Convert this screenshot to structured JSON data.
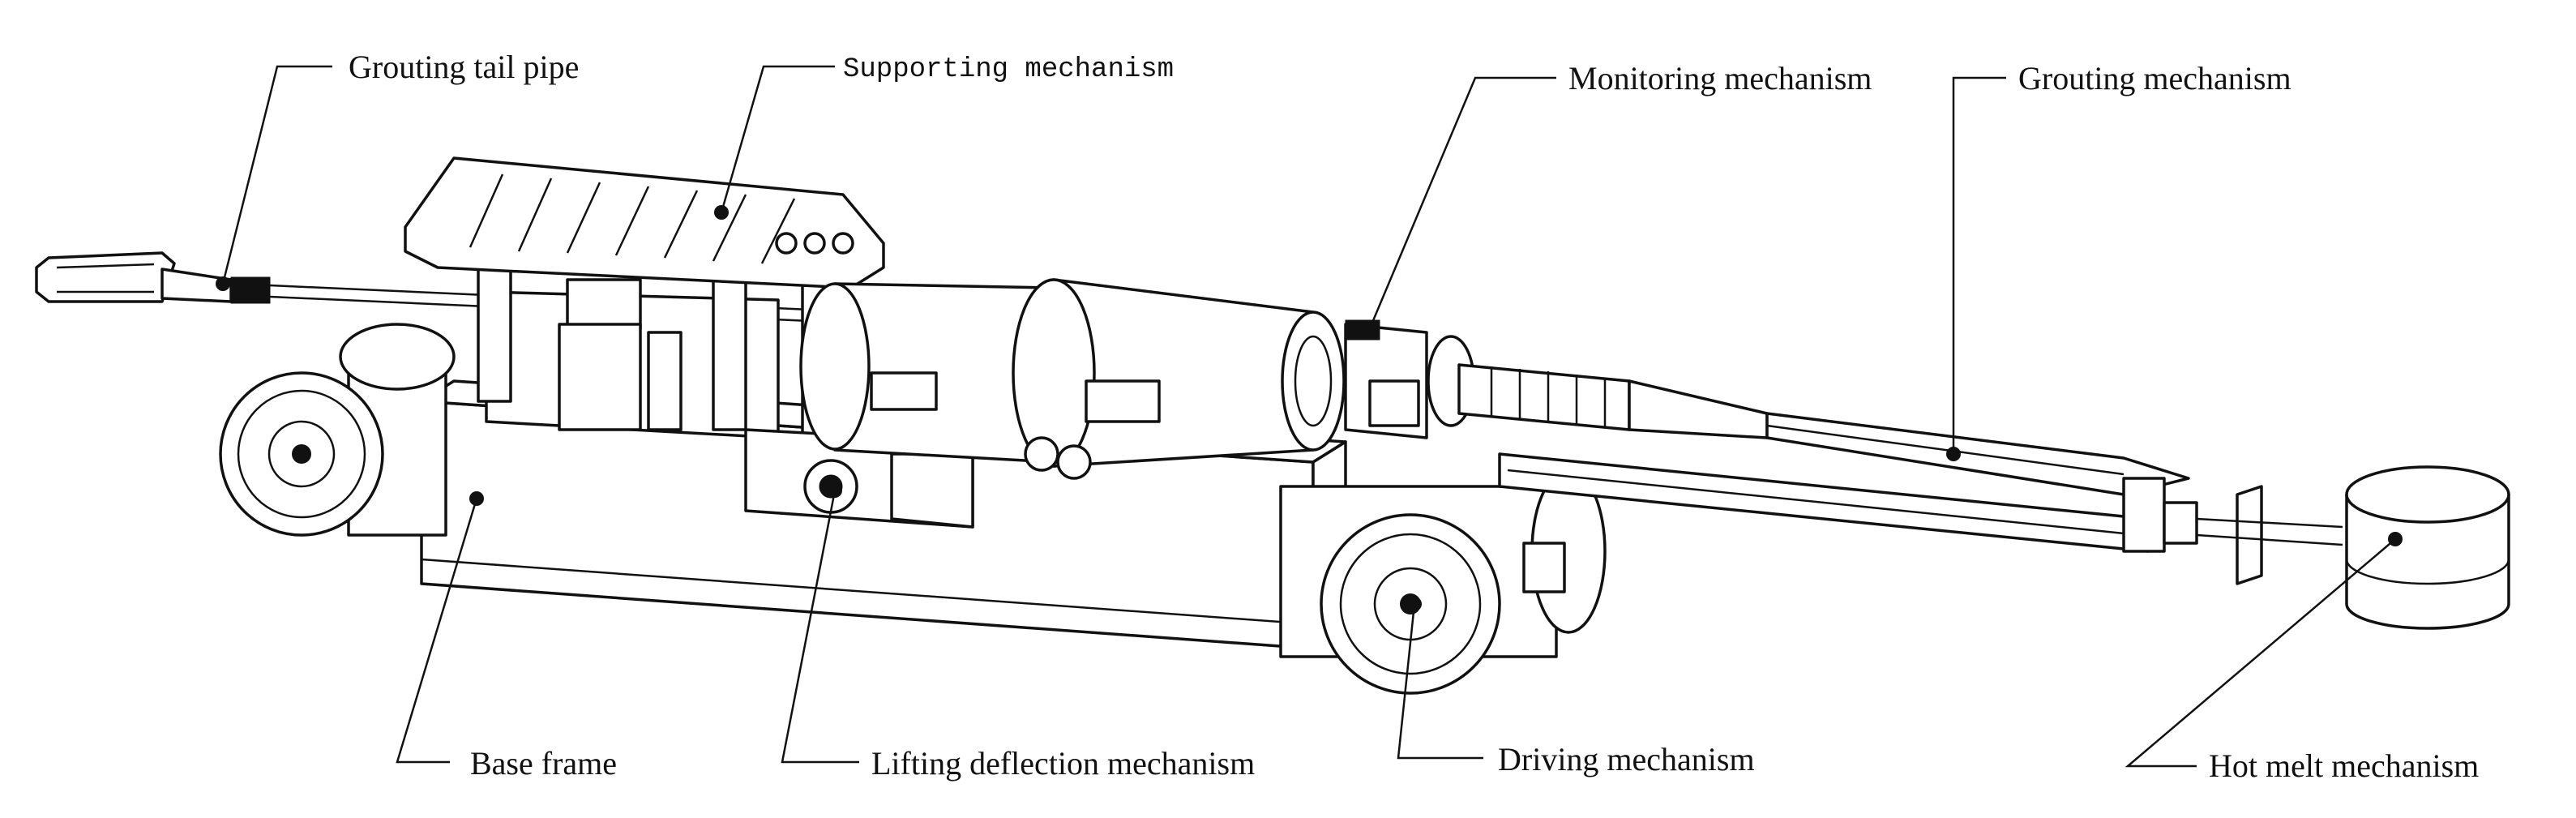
{
  "labels": {
    "grouting_tail_pipe": "Grouting tail pipe",
    "supporting_mechanism": "Supporting mechanism",
    "monitoring_mechanism": "Monitoring mechanism",
    "grouting_mechanism": "Grouting mechanism",
    "base_frame": "Base frame",
    "lifting_deflection_mechanism": "Lifting deflection mechanism",
    "driving_mechanism": "Driving mechanism",
    "hot_melt_mechanism": "Hot melt mechanism"
  }
}
